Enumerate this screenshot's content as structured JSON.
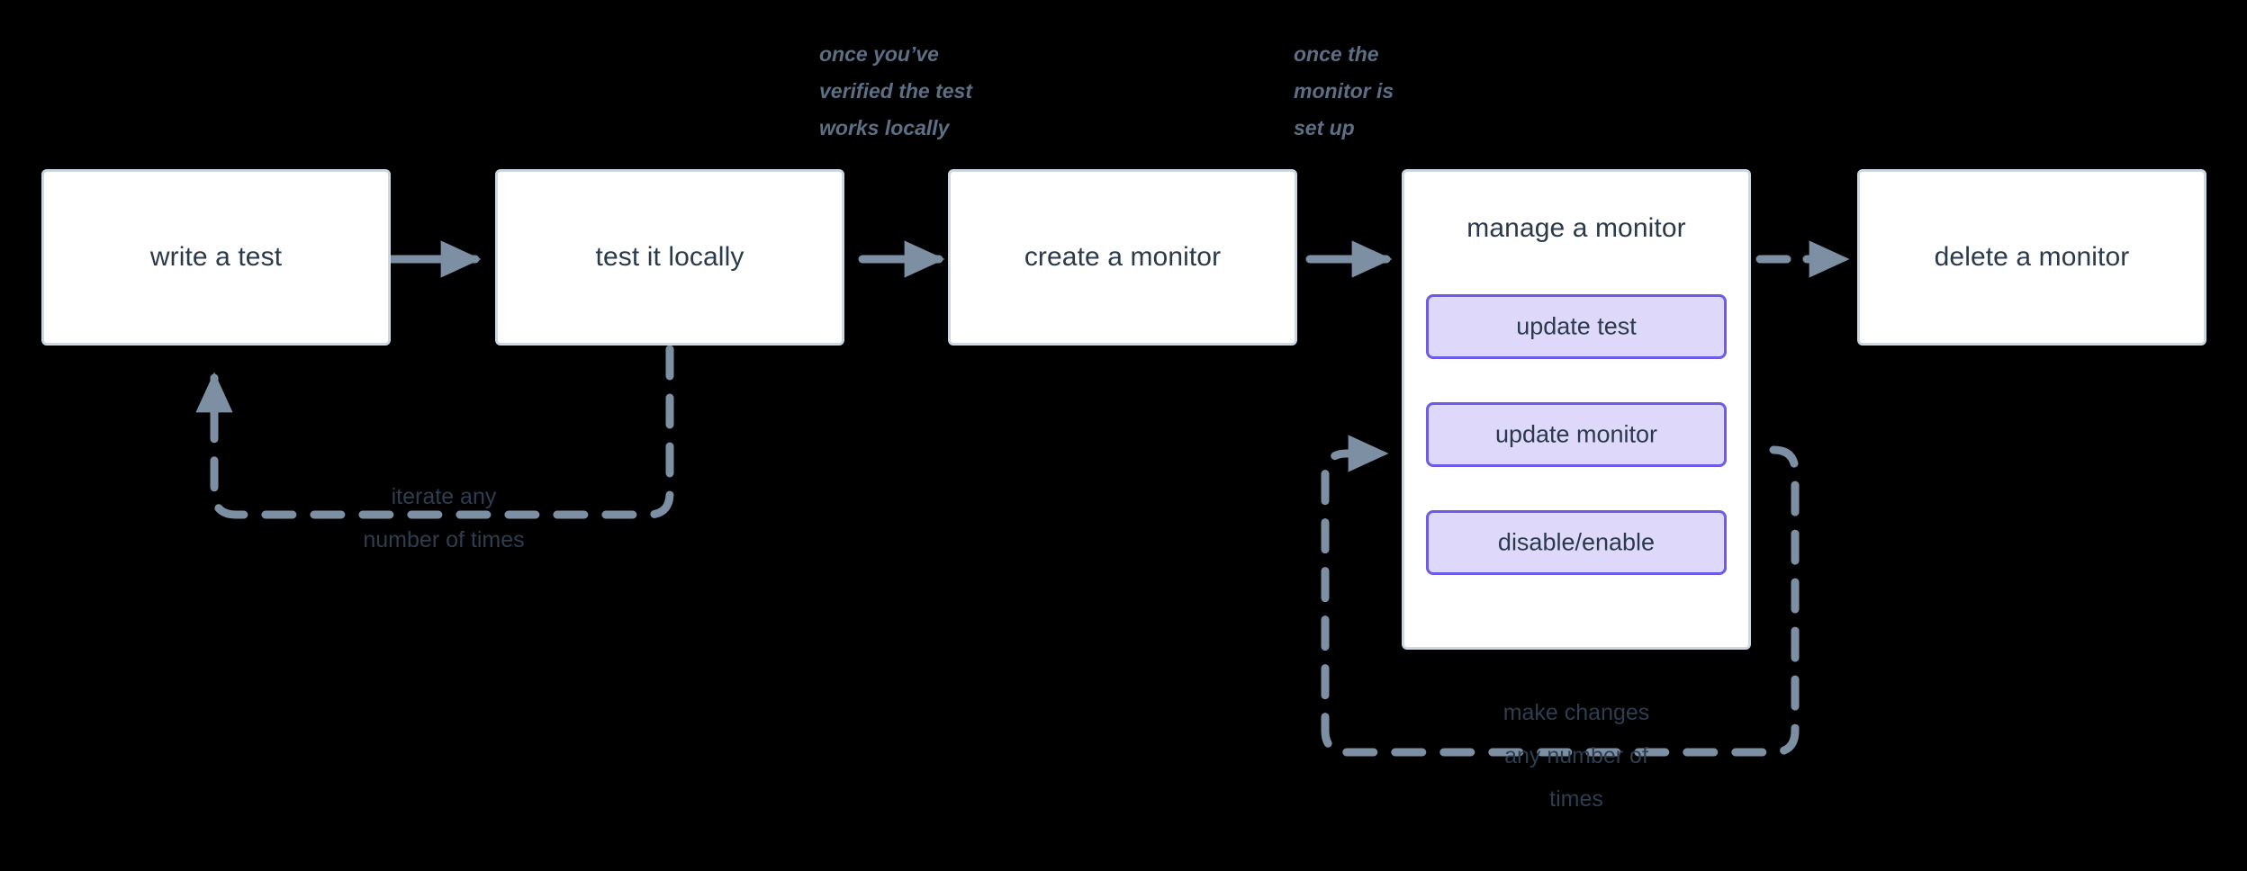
{
  "diagram": {
    "title_present": false,
    "background_color": "#000000",
    "node_fill": "#ffffff",
    "node_border": "#ccd9e4",
    "sub_node_fill": "#ded9fa",
    "sub_node_border": "#6c5ce8",
    "text_color": "#2b3a4a",
    "annotation_color": "#5c6f85",
    "connector_color": "#7d8fa3"
  },
  "nodes": [
    {
      "id": "write-a-test",
      "label": "write a test"
    },
    {
      "id": "test-it-locally",
      "label": "test it locally"
    },
    {
      "id": "create-a-monitor",
      "label": "create a monitor"
    },
    {
      "id": "manage-a-monitor",
      "label": "manage a monitor"
    },
    {
      "id": "delete-a-monitor",
      "label": "delete a monitor"
    }
  ],
  "sub_nodes": [
    {
      "id": "update-test",
      "label": "update test"
    },
    {
      "id": "update-monitor",
      "label": "update monitor"
    },
    {
      "id": "disable-enable",
      "label": "disable/enable"
    }
  ],
  "annotations": [
    {
      "id": "verified-locally",
      "text": "once you’ve\nverified the test\nworks locally"
    },
    {
      "id": "monitor-set-up",
      "text": "once the\nmonitor is\nset up"
    }
  ],
  "loop_labels": [
    {
      "id": "iterate-loop",
      "text": "iterate any\nnumber of times"
    },
    {
      "id": "make-changes-loop",
      "text": "make changes\nany number of\ntimes"
    }
  ],
  "edges": [
    {
      "from": "write-a-test",
      "to": "test-it-locally",
      "style": "solid"
    },
    {
      "from": "test-it-locally",
      "to": "create-a-monitor",
      "style": "solid"
    },
    {
      "from": "create-a-monitor",
      "to": "manage-a-monitor",
      "style": "solid"
    },
    {
      "from": "manage-a-monitor",
      "to": "delete-a-monitor",
      "style": "dashed"
    },
    {
      "from": "test-it-locally",
      "to": "write-a-test",
      "style": "dashed"
    },
    {
      "from": "manage-a-monitor",
      "to": "update-monitor",
      "style": "dashed"
    }
  ]
}
